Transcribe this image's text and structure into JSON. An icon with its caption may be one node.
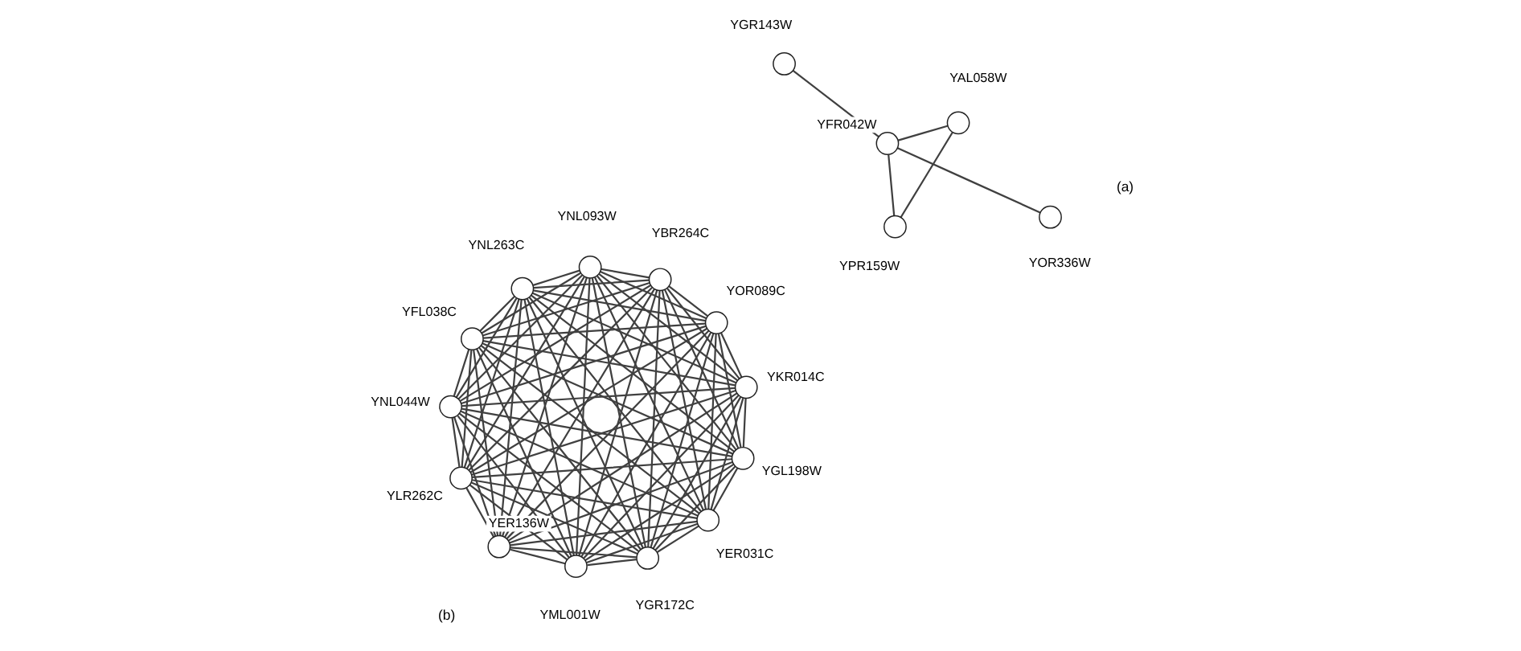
{
  "diagram": {
    "nodes": [
      {
        "text": [],
        "shape": "circle",
        "beside": [
          "YGR143W"
        ]
      },
      {
        "text": [],
        "shape": "circle",
        "beside": [
          "YAL058W"
        ]
      },
      {
        "text": [],
        "shape": "circle",
        "beside": [
          "YFR042W"
        ]
      },
      {
        "text": [],
        "shape": "circle",
        "beside": [
          "YPR159W"
        ]
      },
      {
        "text": [],
        "shape": "circle",
        "beside": [
          "YOR336W"
        ]
      },
      {
        "text": [],
        "shape": "circle",
        "beside": [
          "YBR264C"
        ]
      },
      {
        "text": [],
        "shape": "circle",
        "beside": [
          "YOR089C"
        ]
      },
      {
        "text": [],
        "shape": "circle",
        "beside": [
          "YNL093W"
        ]
      },
      {
        "text": [],
        "shape": "circle",
        "beside": [
          "YKR014C"
        ]
      },
      {
        "text": [],
        "shape": "circle",
        "beside": [
          "YNL263C"
        ]
      },
      {
        "text": [],
        "shape": "circle",
        "beside": [
          "YGL198W"
        ]
      },
      {
        "text": [],
        "shape": "circle",
        "beside": [
          "YFL038C"
        ]
      },
      {
        "text": [],
        "shape": "circle",
        "beside": [
          "YER031C"
        ]
      },
      {
        "text": [],
        "shape": "circle",
        "beside": [
          "YNL044W"
        ]
      },
      {
        "text": [],
        "shape": "circle",
        "beside": [
          "YGR172C"
        ]
      },
      {
        "text": [],
        "shape": "circle",
        "beside": [
          "YLR262C"
        ]
      },
      {
        "text": [],
        "shape": "circle",
        "beside": [
          "YML001W"
        ]
      },
      {
        "text": [],
        "shape": "circle",
        "beside": [
          "YER136W"
        ]
      }
    ],
    "edges": [
      {
        "from": 0,
        "to": 2,
        "arrow": "none"
      },
      {
        "from": 2,
        "to": 1,
        "arrow": "none"
      },
      {
        "from": 2,
        "to": 3,
        "arrow": "none"
      },
      {
        "from": 1,
        "to": 3,
        "arrow": "none"
      },
      {
        "from": 2,
        "to": 4,
        "arrow": "none"
      },
      {
        "from": 5,
        "to": 6,
        "arrow": "none"
      },
      {
        "from": 5,
        "to": 7,
        "arrow": "none"
      },
      {
        "from": 5,
        "to": 8,
        "arrow": "none"
      },
      {
        "from": 5,
        "to": 9,
        "arrow": "none"
      },
      {
        "from": 5,
        "to": 10,
        "arrow": "none"
      },
      {
        "from": 5,
        "to": 11,
        "arrow": "none"
      },
      {
        "from": 5,
        "to": 12,
        "arrow": "none"
      },
      {
        "from": 5,
        "to": 13,
        "arrow": "none"
      },
      {
        "from": 5,
        "to": 14,
        "arrow": "none"
      },
      {
        "from": 5,
        "to": 15,
        "arrow": "none"
      },
      {
        "from": 5,
        "to": 16,
        "arrow": "none"
      },
      {
        "from": 5,
        "to": 17,
        "arrow": "none"
      },
      {
        "from": 6,
        "to": 7,
        "arrow": "none"
      },
      {
        "from": 6,
        "to": 8,
        "arrow": "none"
      },
      {
        "from": 6,
        "to": 9,
        "arrow": "none"
      },
      {
        "from": 6,
        "to": 10,
        "arrow": "none"
      },
      {
        "from": 6,
        "to": 11,
        "arrow": "none"
      },
      {
        "from": 6,
        "to": 12,
        "arrow": "none"
      },
      {
        "from": 6,
        "to": 13,
        "arrow": "none"
      },
      {
        "from": 6,
        "to": 14,
        "arrow": "none"
      },
      {
        "from": 6,
        "to": 15,
        "arrow": "none"
      },
      {
        "from": 6,
        "to": 16,
        "arrow": "none"
      },
      {
        "from": 6,
        "to": 17,
        "arrow": "none"
      },
      {
        "from": 7,
        "to": 8,
        "arrow": "none"
      },
      {
        "from": 7,
        "to": 9,
        "arrow": "none"
      },
      {
        "from": 7,
        "to": 10,
        "arrow": "none"
      },
      {
        "from": 7,
        "to": 11,
        "arrow": "none"
      },
      {
        "from": 7,
        "to": 12,
        "arrow": "none"
      },
      {
        "from": 7,
        "to": 13,
        "arrow": "none"
      },
      {
        "from": 7,
        "to": 14,
        "arrow": "none"
      },
      {
        "from": 7,
        "to": 15,
        "arrow": "none"
      },
      {
        "from": 7,
        "to": 16,
        "arrow": "none"
      },
      {
        "from": 7,
        "to": 17,
        "arrow": "none"
      },
      {
        "from": 8,
        "to": 9,
        "arrow": "none"
      },
      {
        "from": 8,
        "to": 10,
        "arrow": "none"
      },
      {
        "from": 8,
        "to": 11,
        "arrow": "none"
      },
      {
        "from": 8,
        "to": 12,
        "arrow": "none"
      },
      {
        "from": 8,
        "to": 13,
        "arrow": "none"
      },
      {
        "from": 8,
        "to": 14,
        "arrow": "none"
      },
      {
        "from": 8,
        "to": 15,
        "arrow": "none"
      },
      {
        "from": 8,
        "to": 16,
        "arrow": "none"
      },
      {
        "from": 8,
        "to": 17,
        "arrow": "none"
      },
      {
        "from": 9,
        "to": 10,
        "arrow": "none"
      },
      {
        "from": 9,
        "to": 11,
        "arrow": "none"
      },
      {
        "from": 9,
        "to": 12,
        "arrow": "none"
      },
      {
        "from": 9,
        "to": 13,
        "arrow": "none"
      },
      {
        "from": 9,
        "to": 14,
        "arrow": "none"
      },
      {
        "from": 9,
        "to": 15,
        "arrow": "none"
      },
      {
        "from": 9,
        "to": 16,
        "arrow": "none"
      },
      {
        "from": 9,
        "to": 17,
        "arrow": "none"
      },
      {
        "from": 10,
        "to": 11,
        "arrow": "none"
      },
      {
        "from": 10,
        "to": 12,
        "arrow": "none"
      },
      {
        "from": 10,
        "to": 13,
        "arrow": "none"
      },
      {
        "from": 10,
        "to": 14,
        "arrow": "none"
      },
      {
        "from": 10,
        "to": 15,
        "arrow": "none"
      },
      {
        "from": 10,
        "to": 16,
        "arrow": "none"
      },
      {
        "from": 10,
        "to": 17,
        "arrow": "none"
      },
      {
        "from": 11,
        "to": 12,
        "arrow": "none"
      },
      {
        "from": 11,
        "to": 13,
        "arrow": "none"
      },
      {
        "from": 11,
        "to": 14,
        "arrow": "none"
      },
      {
        "from": 11,
        "to": 15,
        "arrow": "none"
      },
      {
        "from": 11,
        "to": 16,
        "arrow": "none"
      },
      {
        "from": 11,
        "to": 17,
        "arrow": "none"
      },
      {
        "from": 12,
        "to": 13,
        "arrow": "none"
      },
      {
        "from": 12,
        "to": 14,
        "arrow": "none"
      },
      {
        "from": 12,
        "to": 15,
        "arrow": "none"
      },
      {
        "from": 12,
        "to": 16,
        "arrow": "none"
      },
      {
        "from": 12,
        "to": 17,
        "arrow": "none"
      },
      {
        "from": 13,
        "to": 14,
        "arrow": "none"
      },
      {
        "from": 13,
        "to": 15,
        "arrow": "none"
      },
      {
        "from": 13,
        "to": 16,
        "arrow": "none"
      },
      {
        "from": 13,
        "to": 17,
        "arrow": "none"
      },
      {
        "from": 14,
        "to": 15,
        "arrow": "none"
      },
      {
        "from": 14,
        "to": 16,
        "arrow": "none"
      },
      {
        "from": 14,
        "to": 17,
        "arrow": "none"
      },
      {
        "from": 15,
        "to": 16,
        "arrow": "none"
      },
      {
        "from": 15,
        "to": 17,
        "arrow": "none"
      },
      {
        "from": 16,
        "to": 17,
        "arrow": "none"
      }
    ],
    "labels": [
      "(a)",
      "(b)"
    ]
  }
}
